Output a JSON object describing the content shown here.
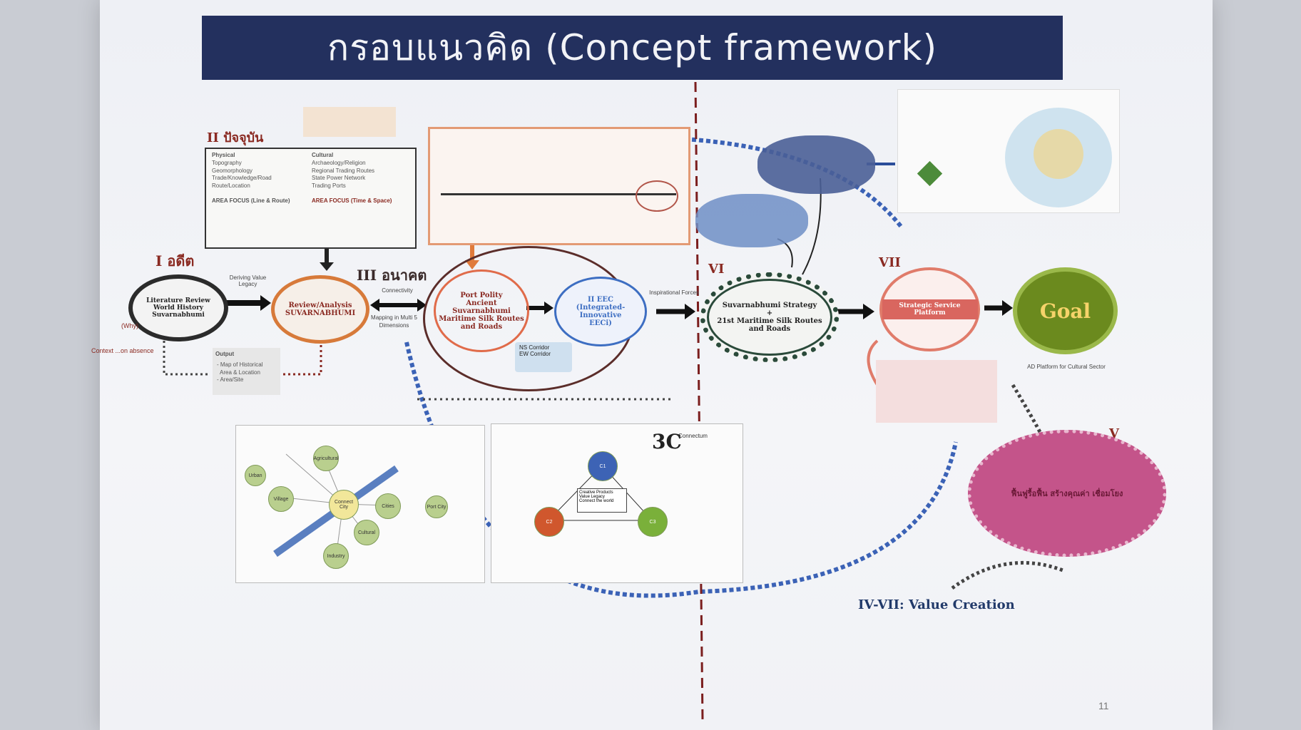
{
  "title": "กรอบแนวคิด (Concept framework)",
  "sections": {
    "past": {
      "label": "I อดีต",
      "circle": [
        "Literature Review",
        "World History",
        "Suvarnabhumi"
      ],
      "why": "(Why)",
      "note": "Context ...on absence"
    },
    "present": {
      "label": "II ปัจจุบัน"
    },
    "future": {
      "label": "III อนาคต"
    },
    "iv": {
      "label": "IV"
    },
    "v": {
      "label": "V",
      "text": "ฟื้นฟูรื้อฟื้น สร้างคุณค่า เชื่อมโยง"
    },
    "vi": {
      "label": "VI"
    },
    "vii": {
      "label": "VII",
      "circle": "Strategic Service Platform"
    },
    "value_creation": "IV-VII: Value Creation"
  },
  "arrows": {
    "deriving": "Deriving Value Legacy",
    "connectivity": "Connectivity",
    "mapping": "Mapping in Multi 5 Dimensions",
    "inspirational": "Inspirational Forces"
  },
  "review": [
    "Review/Analysis",
    "SUVARNABHUMI"
  ],
  "present_box": {
    "left_head": "Physical",
    "left_items": [
      "Topography",
      "Geomorphology",
      "Trade/Knowledge/Road",
      "Route/Location"
    ],
    "right_head": "Cultural",
    "right_items": [
      "Archaeology/Religion",
      "Regional Trading Routes",
      "State Power Network",
      "Trading Ports"
    ],
    "area_focus_left": "AREA FOCUS (Line & Route)",
    "area_focus_right": "AREA FOCUS (Time & Space)"
  },
  "output_box": {
    "head": "Output",
    "items": [
      "- Map of Historical",
      "Area & Location",
      "- Area/Site"
    ]
  },
  "port_polity": [
    "Port Polity",
    "Ancient",
    "Suvarnabhumi",
    "Maritime Silk Routes",
    "and Roads"
  ],
  "eeci": [
    "II EEC",
    "(Integrated-Innovative",
    "EECi)"
  ],
  "corridors": [
    "NS Corridor",
    "EW Corridor"
  ],
  "strategy": [
    "Suvarnabhumi Strategy",
    "+",
    "21st Maritime Silk Routes",
    "and Roads"
  ],
  "goal": {
    "label": "Goal",
    "caption": "AD Platform for Cultural Sector"
  },
  "connectum": "Connectum",
  "three_c": "3C",
  "c_nodes": [
    "C1",
    "C2",
    "C3"
  ],
  "c_box": [
    "Creative Products",
    "Value Legacy",
    "Connect the world"
  ],
  "network_nodes": [
    "Agricultural",
    "Urban",
    "Village",
    "Connect City",
    "Cities",
    "Port City",
    "Industry",
    "Cultural"
  ],
  "page_number": "11",
  "colors": {
    "title_bar": "#23305e",
    "accent_red": "#8a2a22",
    "orange": "#d27a3c",
    "blue": "#3a65b8",
    "green": "#7a9a36",
    "goal_green": "#6b8a1e",
    "pink": "#c4548a"
  }
}
